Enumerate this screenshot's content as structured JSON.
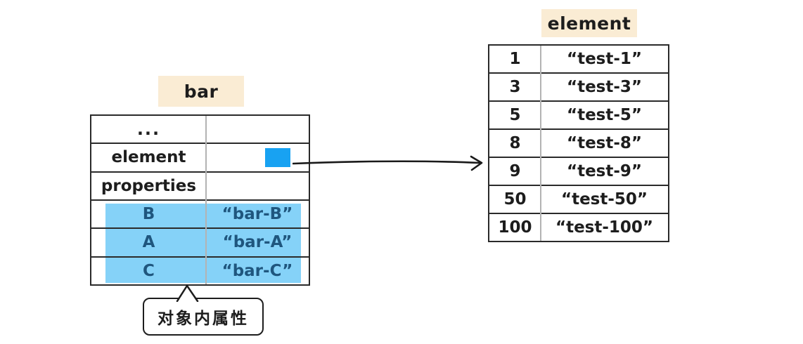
{
  "bar_table": {
    "label": "bar",
    "rows": [
      {
        "key": "...",
        "value": ""
      },
      {
        "key": "element",
        "value": "",
        "has_pointer": true
      },
      {
        "key": "properties",
        "value": ""
      },
      {
        "key": "B",
        "value": "“bar-B”",
        "highlighted": true
      },
      {
        "key": "A",
        "value": "“bar-A”",
        "highlighted": true
      },
      {
        "key": "C",
        "value": "“bar-C”",
        "highlighted": true
      }
    ]
  },
  "element_table": {
    "label": "element",
    "rows": [
      {
        "key": "1",
        "value": "“test-1”"
      },
      {
        "key": "3",
        "value": "“test-3”"
      },
      {
        "key": "5",
        "value": "“test-5”"
      },
      {
        "key": "8",
        "value": "“test-8”"
      },
      {
        "key": "9",
        "value": "“test-9”"
      },
      {
        "key": "50",
        "value": "“test-50”"
      },
      {
        "key": "100",
        "value": "“test-100”"
      }
    ]
  },
  "callout": {
    "text": "对象内属性"
  },
  "colors": {
    "label_bg": "#FAECD4",
    "pointer_blue": "#18A2F2",
    "highlight_bg": "#85D2F8",
    "highlight_text": "#1F567E",
    "line_dark": "#2A2A2A",
    "line_gray": "#B3B3B3"
  }
}
